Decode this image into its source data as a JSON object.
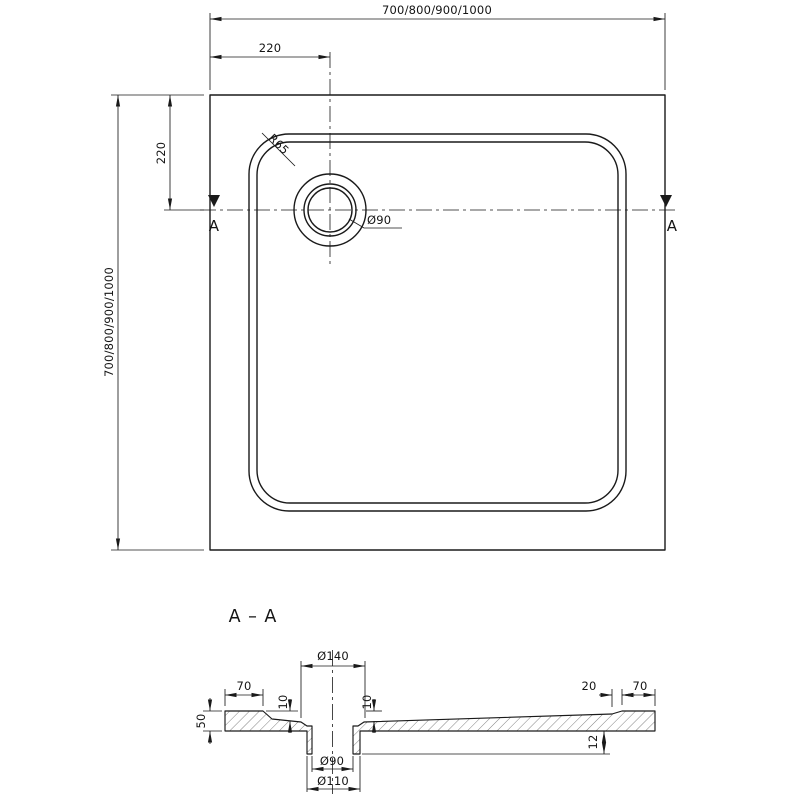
{
  "top_view": {
    "width_label": "700/800/900/1000",
    "height_label": "700/800/900/1000",
    "drain_offset_horizontal": "220",
    "drain_offset_vertical": "220",
    "corner_radius_label": "R65",
    "drain_diameter_label": "Ø90",
    "section_marker_left": "A",
    "section_marker_right": "A"
  },
  "section_view": {
    "title": "A – A",
    "flange_diameter": "Ø140",
    "left_rim_width": "70",
    "left_recess_depth": "10",
    "right_recess_depth": "10",
    "right_step_width": "20",
    "right_rim_width": "70",
    "edge_height": "50",
    "drain_boss_depth": "12",
    "drain_hole_diameter": "Ø90",
    "drain_boss_diameter": "Ø110"
  }
}
